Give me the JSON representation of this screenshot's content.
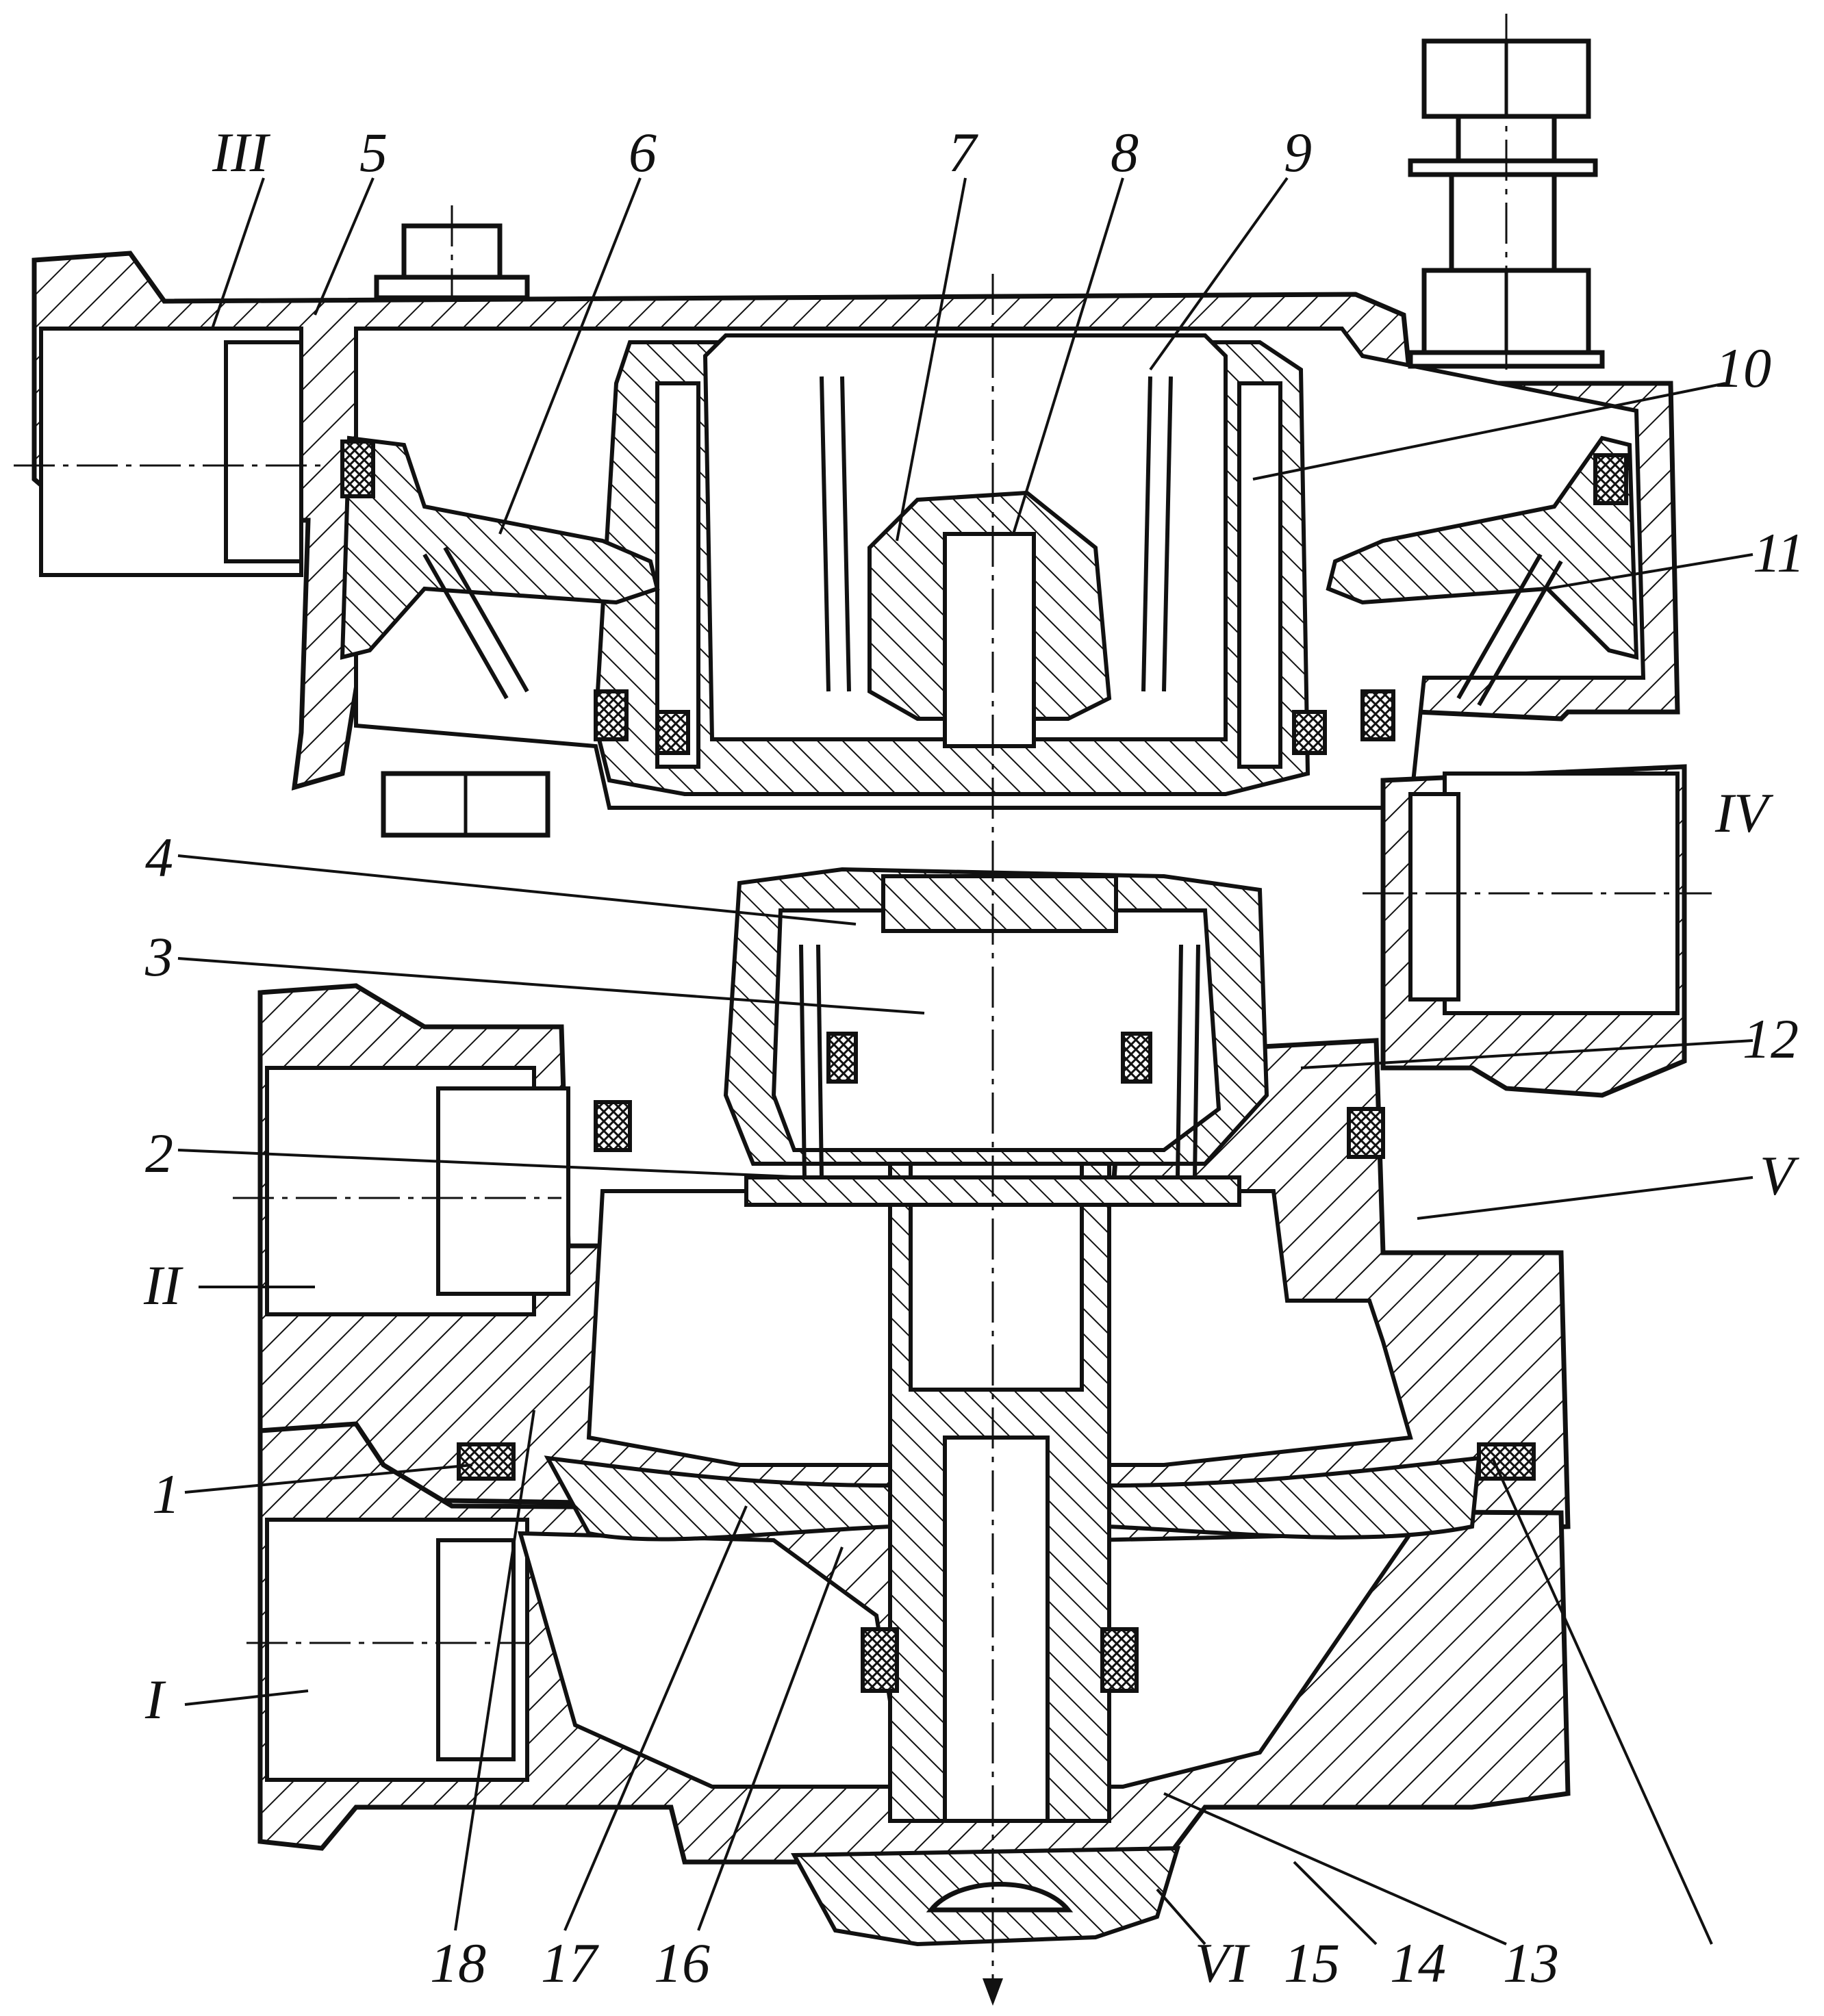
{
  "drawing": {
    "part_numbers": [
      "1",
      "2",
      "3",
      "4",
      "5",
      "6",
      "7",
      "8",
      "9",
      "10",
      "11",
      "12",
      "13",
      "14",
      "15",
      "16",
      "17",
      "18"
    ],
    "port_labels": [
      "I",
      "II",
      "III",
      "IV",
      "V",
      "VI"
    ]
  },
  "colors": {
    "ink": "#111111",
    "paper": "#ffffff"
  },
  "labels": {
    "n1": "1",
    "n2": "2",
    "n3": "3",
    "n4": "4",
    "n5": "5",
    "n6": "6",
    "n7": "7",
    "n8": "8",
    "n9": "9",
    "n10": "10",
    "n11": "11",
    "n12": "12",
    "n13": "13",
    "n14": "14",
    "n15": "15",
    "n16": "16",
    "n17": "17",
    "n18": "18",
    "pI": "I",
    "pII": "II",
    "pIII": "III",
    "pIV": "IV",
    "pV": "V",
    "pVI": "VI"
  }
}
